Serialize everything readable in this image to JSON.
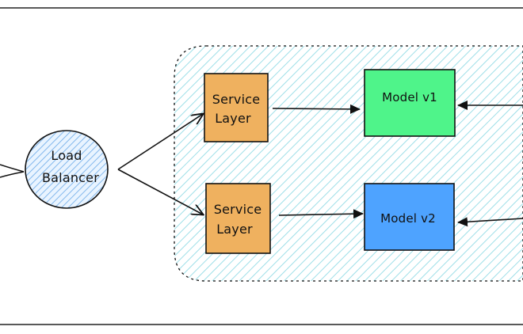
{
  "diagram": {
    "load_balancer": {
      "line1": "Load",
      "line2": "Balancer"
    },
    "service_layers": [
      {
        "line1": "Service",
        "line2": "Layer"
      },
      {
        "line1": "Service",
        "line2": "Layer"
      }
    ],
    "models": [
      {
        "label": "Model v1"
      },
      {
        "label": "Model v2"
      }
    ],
    "colors": {
      "service_fill": "#efb15f",
      "model_v1_fill": "#4ff48a",
      "model_v2_fill": "#4ea3ff",
      "balancer_fill": "#cfe4ff",
      "zone_fill": "#b6edf3",
      "stroke": "#111111"
    }
  }
}
